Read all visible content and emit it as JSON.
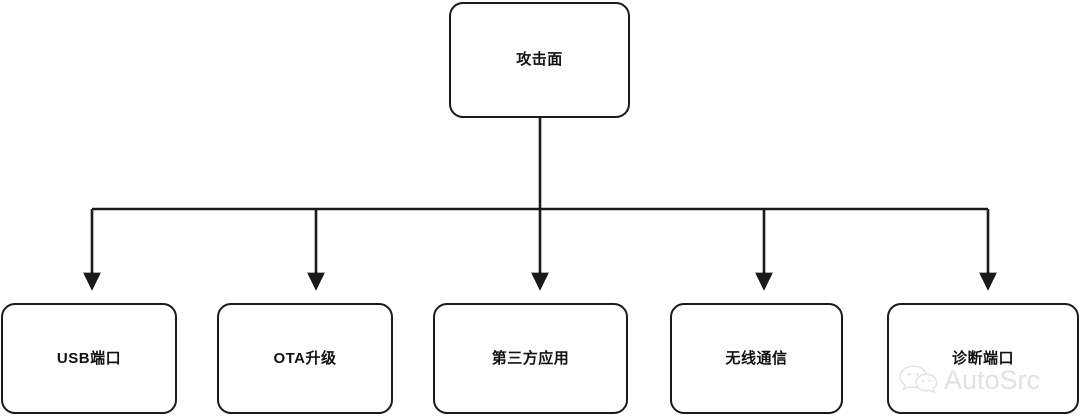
{
  "diagram": {
    "type": "tree",
    "orientation": "top-down",
    "title": "攻击面",
    "root": {
      "id": "root",
      "label": "攻击面"
    },
    "children": [
      {
        "id": "usb",
        "label": "USB端口"
      },
      {
        "id": "ota",
        "label": "OTA升级"
      },
      {
        "id": "thirdpty",
        "label": "第三方应用"
      },
      {
        "id": "wireless",
        "label": "无线通信"
      },
      {
        "id": "diag",
        "label": "诊断端口"
      }
    ],
    "colors": {
      "background": "#ffffff",
      "node_fill": "#ffffff",
      "node_border": "#1a1a1a",
      "text": "#111111",
      "connector": "#1a1a1a",
      "watermark": "#c9c9c9"
    }
  },
  "watermark": {
    "text": "AutoSrc",
    "icon": "wechat-icon"
  }
}
